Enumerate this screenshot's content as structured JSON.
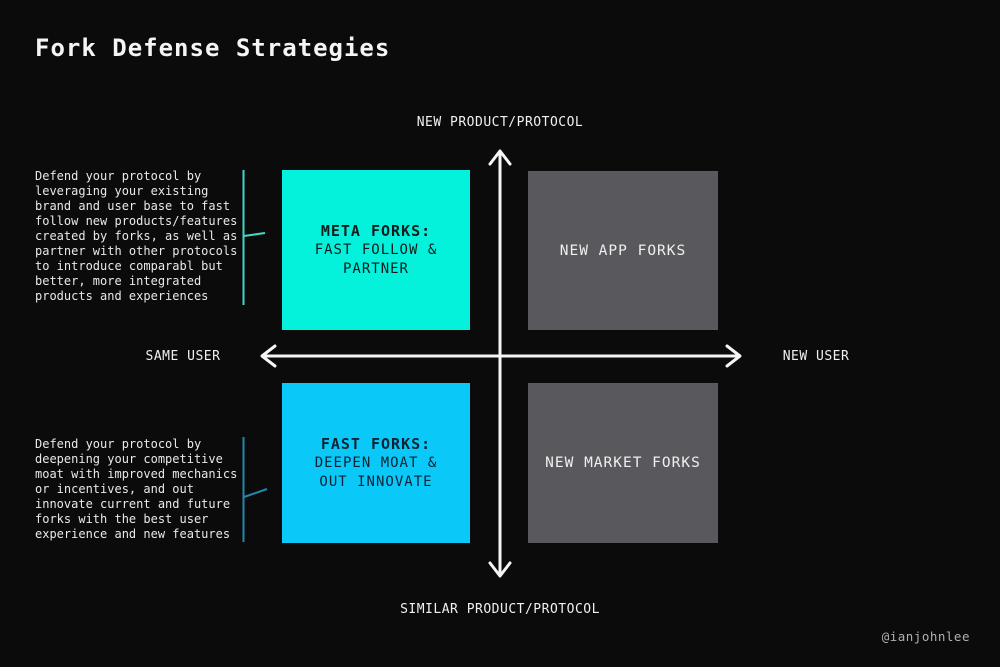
{
  "title": "Fork Defense Strategies",
  "credit": "@ianjohnlee",
  "axes": {
    "top": "NEW PRODUCT/PROTOCOL",
    "bottom": "SIMILAR PRODUCT/PROTOCOL",
    "left": "SAME USER",
    "right": "NEW USER"
  },
  "quadrants": {
    "top_left": {
      "heading": "META FORKS:",
      "body": "FAST FOLLOW &\nPARTNER",
      "bg": "#04f2dc"
    },
    "top_right": {
      "label": "NEW APP FORKS",
      "bg": "#59595d"
    },
    "bottom_left": {
      "heading": "FAST FORKS:",
      "body": "DEEPEN MOAT &\nOUT INNOVATE",
      "bg": "#0ac8f7"
    },
    "bottom_right": {
      "label": "NEW MARKET FORKS",
      "bg": "#59595d"
    }
  },
  "annotations": {
    "top": {
      "text": "Defend your protocol by\nleveraging your existing\nbrand and user base to fast\nfollow new products/features\ncreated by forks, as well as\npartner with other protocols\nto introduce comparabl but\nbetter, more integrated\nproducts and experiences",
      "accent": "#3fd8c4"
    },
    "bottom": {
      "text": "Defend your protocol by\ndeepening your competitive\nmoat with improved mechanics\nor incentives, and out\ninnovate current and future\nforks with the best user\nexperience and new features",
      "accent": "#2586ad"
    }
  },
  "arrow_color": "#f5f5f5"
}
